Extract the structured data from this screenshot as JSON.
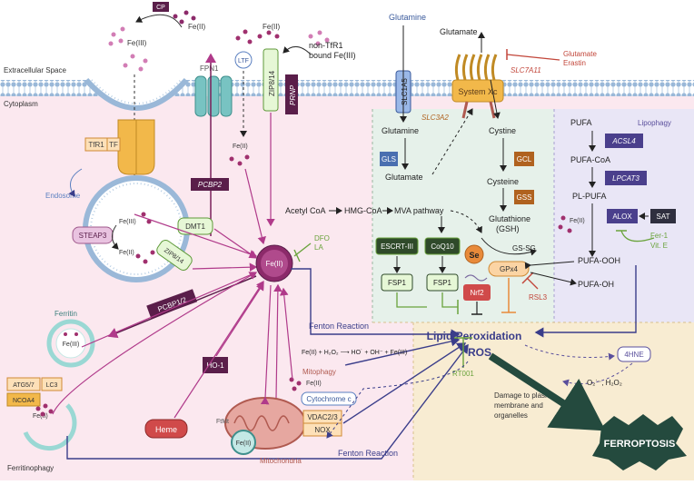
{
  "labels": {
    "extracellular": "Extracellular Space",
    "cytoplasm": "Cytoplasm",
    "cp": "CP",
    "fe3_top": "Fe(III)",
    "fe2_top": "Fe(II)",
    "fpn1": "FPN1",
    "ltf": "LTF",
    "zip814": "ZIP8/14",
    "prnp": "PRNP",
    "fe2_prnp": "Fe(II)",
    "nontf_line1": "non-TfR1",
    "nontf_line2": "bound Fe(III)",
    "tfr1": "TfR1",
    "tf": "TF",
    "endosome": "Endosome",
    "steap3": "STEAP3",
    "fe3_endo": "Fe(III)",
    "fe2_endo": "Fe(II)",
    "dmt1": "DMT1",
    "zip814_endo": "ZIP8/14",
    "pcbp2": "PCBP2",
    "fe2_ltf": "Fe(II)",
    "center_fe2": "Fe(II)",
    "dfo": "DFO",
    "la": "LA",
    "pcbp12": "PCBP1/2",
    "ferritin": "Ferritin",
    "fe3_ferritin": "Fe(III)",
    "atg57": "ATG5/7",
    "lc3": "LC3",
    "ncoa4": "NCOA4",
    "fe2_ncoa4": "Fe(II)",
    "ferritinophagy": "Ferritinophagy",
    "ho1": "HO-1",
    "heme": "Heme",
    "ftmt": "FtMt",
    "fe2_mito": "Fe(II)",
    "mitochondria": "Mitochondria",
    "mitophagy": "Mitophagy",
    "fe2_mitophagy": "Fe(II)",
    "cytochrome": "Cytochrome c",
    "vdac": "VDAC2/3",
    "nox": "NOX",
    "fenton1": "Fenton Reaction",
    "fenton_eq": "Fe(II) + H₂O₂  ⟶  HO˙ + OH⁻ + Fe(III)",
    "fenton2": "Fenton Reaction",
    "glutamine": "Glutamine",
    "glutamate_top": "Glutamate",
    "slc1a5": "SLC1A5",
    "system_xc": "System Xc",
    "slc7a11": "SLC7A11",
    "glut_erastin_1": "Glutamate",
    "glut_erastin_2": "Erastin",
    "slc3a2": "SLC3A2",
    "glutamine_in": "Glutamine",
    "gls": "GLS",
    "glutamate_in": "Glutamate",
    "cystine": "Cystine",
    "gcl": "GCL",
    "cysteine": "Cysteine",
    "gss": "GSS",
    "acetyl": "Acetyl CoA",
    "hmg": "HMG-CoA",
    "mva": "MVA pathway",
    "gsh1": "Glutathione",
    "gsh2": "(GSH)",
    "escrt": "ESCRT-III",
    "coq10": "CoQ10",
    "fsp1a": "FSP1",
    "fsp1b": "FSP1",
    "se": "Se",
    "gssg": "GS-SG",
    "gpx4": "GPx4",
    "nrf2": "Nrf2",
    "rsl3": "RSL3",
    "pufa": "PUFA",
    "lipophagy": "Lipophagy",
    "acsl4": "ACSL4",
    "pufa_coa": "PUFA-CoA",
    "lpcat3": "LPCAT3",
    "pl_pufa": "PL-PUFA",
    "fe2_alox": "Fe(II)",
    "alox": "ALOX",
    "sat": "SAT",
    "fer1": "Fer-1",
    "vite": "Vit. E",
    "pufa_ooh": "PUFA-OOH",
    "pufa_oh": "PUFA-OH",
    "lipid_perox": "Lipid Peroxidation",
    "ros": "ROS",
    "hne": "4HNE",
    "o2_h2o2": "O₂˙⁻, H₂O₂",
    "rt001": "RT001",
    "damage1": "Damage to plasma",
    "damage2": "membrane and",
    "damage3": "organelles",
    "ferroptosis": "FERROPTOSIS"
  },
  "colors": {
    "cytoplasm_fill": "#fbe8ef",
    "membrane": "#9ab8d8",
    "green_panel": "#e6f1ea",
    "lavender_panel": "#e9e6f6",
    "beige_panel": "#f8ecd2",
    "iron_dot": "#c06aa4",
    "magenta_arrow": "#b03a8a",
    "navy_arrow": "#3a3d8a",
    "inhibitor_green": "#6aa33c",
    "inhibitor_red": "#c2463a",
    "dark_red": "#7a1f2a",
    "dark_green": "#2f4a2a",
    "purple_box": "#4a3f8c",
    "orange_box": "#b0621f",
    "ferroptosis": "#244a3e",
    "teal": "#78c3c2"
  }
}
